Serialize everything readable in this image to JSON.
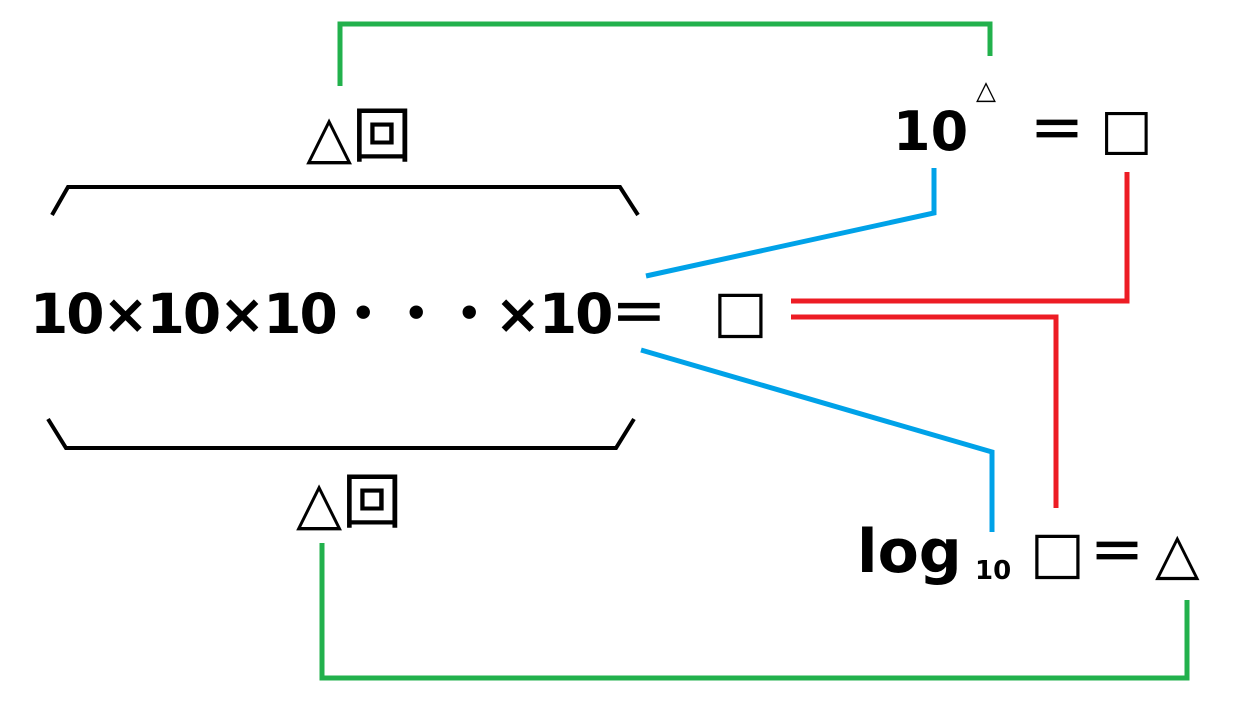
{
  "colors": {
    "green": "#22b14c",
    "blue": "#00a2e8",
    "red": "#ed1c24",
    "black": "#000000"
  },
  "top": {
    "count_label": "△回",
    "power_base": "10",
    "power_exp": "△",
    "power_eq": "＝",
    "power_result": "□"
  },
  "middle": {
    "product": "10×10×10・・・×10＝",
    "result": "□"
  },
  "bottom": {
    "count_label": "△回",
    "log_word": "log",
    "log_base": "10",
    "log_arg": "□",
    "log_eq": "＝",
    "log_result": "△"
  }
}
